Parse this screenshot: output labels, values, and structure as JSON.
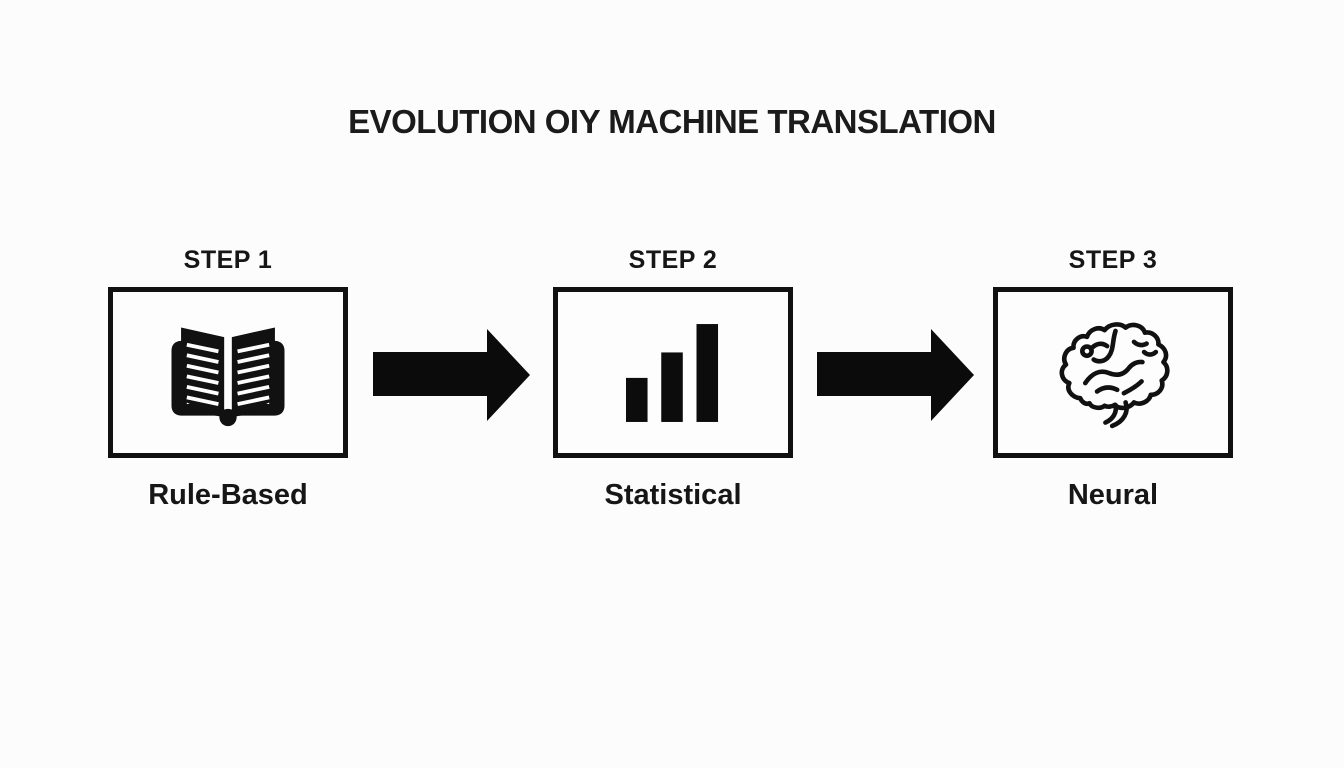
{
  "title": "EVOLUTION OIY MACHINE TRANSLATION",
  "steps": [
    {
      "step_label": "STEP 1",
      "name": "Rule-Based",
      "icon": "open-book-icon"
    },
    {
      "step_label": "STEP 2",
      "name": "Statistical",
      "icon": "bar-chart-icon"
    },
    {
      "step_label": "STEP 3",
      "name": "Neural",
      "icon": "brain-icon"
    }
  ],
  "colors": {
    "background": "#fcfcfc",
    "ink": "#111111"
  }
}
